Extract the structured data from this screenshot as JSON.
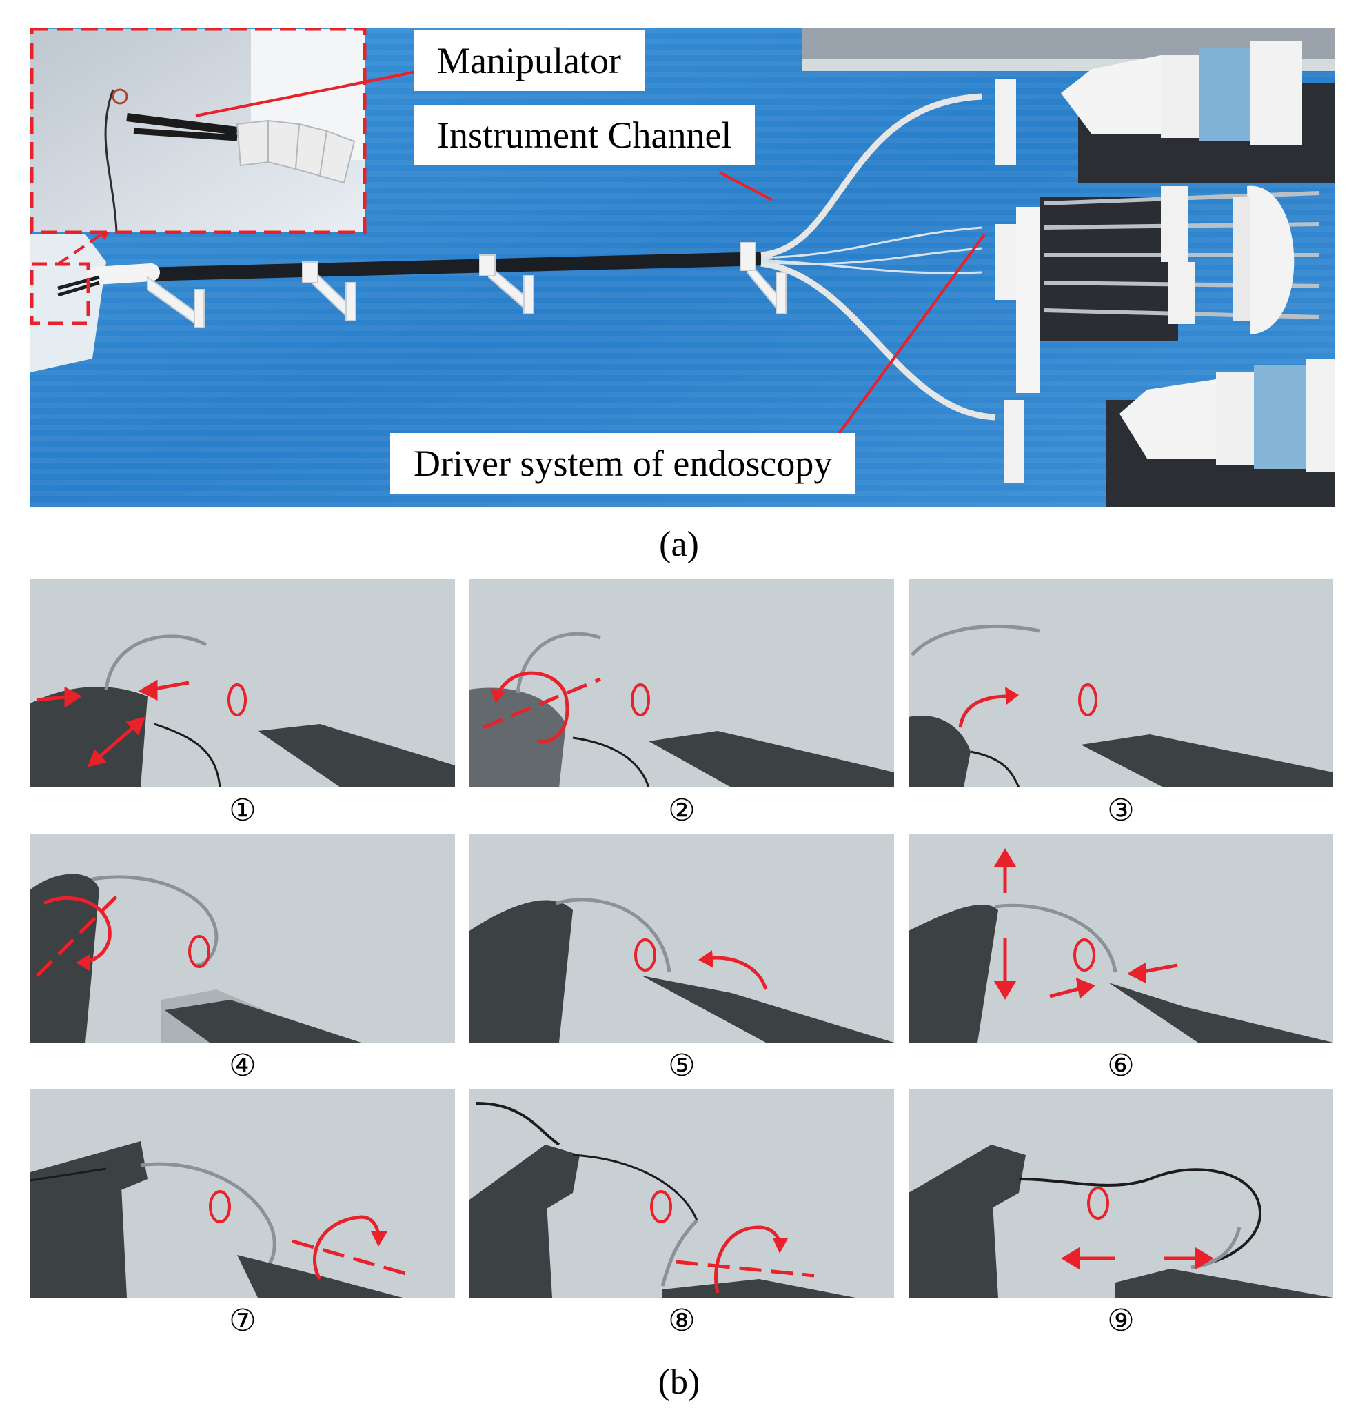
{
  "panel_a": {
    "labels": {
      "manipulator": "Manipulator",
      "instrument_channel": "Instrument Channel",
      "driver_system": "Driver system of endoscopy"
    },
    "caption": "(a)"
  },
  "panel_b": {
    "caption": "(b)",
    "frames": [
      {
        "label": "①"
      },
      {
        "label": "②"
      },
      {
        "label": "③"
      },
      {
        "label": "④"
      },
      {
        "label": "⑤"
      },
      {
        "label": "⑥"
      },
      {
        "label": "⑦"
      },
      {
        "label": "⑧"
      },
      {
        "label": "⑨"
      }
    ]
  },
  "colors": {
    "drape_blue": "#2f86cf",
    "annotation_red": "#e8212a",
    "foam_gray": "#c9d1d3"
  }
}
